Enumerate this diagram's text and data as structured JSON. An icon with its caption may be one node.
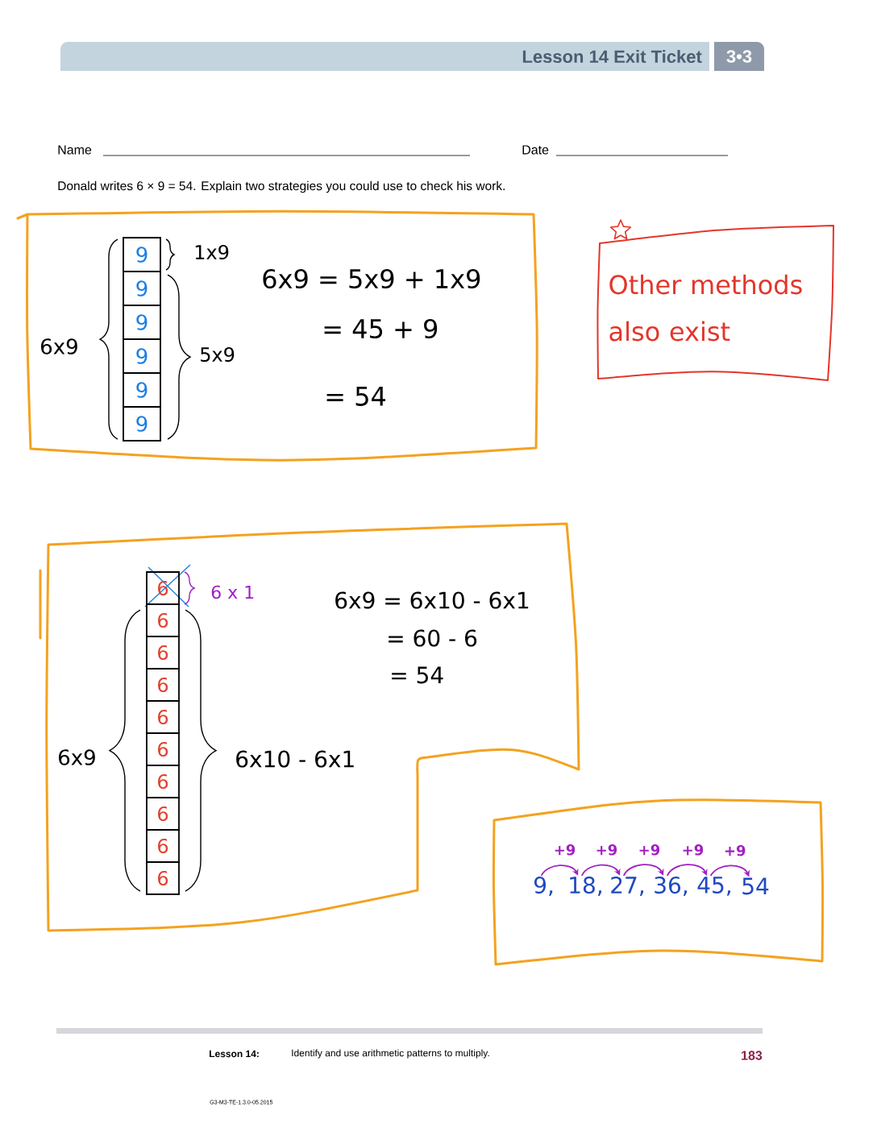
{
  "diagram": {
    "title": "Lesson 14 Exit Ticket",
    "nodes": [
      {
        "text": [
          "1x9",
          "6x9",
          "5x9",
          "6x9 = 5x9 + 1x9",
          "= 45 + 9",
          "= 54"
        ]
      },
      {
        "text": [
          "9"
        ],
        "in": 0
      },
      {
        "text": [
          "9"
        ],
        "in": 0
      },
      {
        "text": [
          "9"
        ],
        "in": 0
      },
      {
        "text": [
          "9"
        ],
        "in": 0
      },
      {
        "text": [
          "9"
        ],
        "in": 0
      },
      {
        "text": [
          "9"
        ],
        "in": 0
      },
      {
        "text": [
          "Other methods also exist"
        ]
      },
      {
        "text": [
          "6 x 1",
          "6x9 = 6x10 - 6x1",
          "= 60 - 6",
          "= 54",
          "6x9",
          "6x10 - 6x1"
        ]
      },
      {
        "text": [
          "6"
        ],
        "in": 8
      },
      {
        "text": [
          "6"
        ],
        "in": 8
      },
      {
        "text": [
          "6"
        ],
        "in": 8
      },
      {
        "text": [
          "6"
        ],
        "in": 8
      },
      {
        "text": [
          "6"
        ],
        "in": 8
      },
      {
        "text": [
          "6"
        ],
        "in": 8
      },
      {
        "text": [
          "6"
        ],
        "in": 8
      },
      {
        "text": [
          "6"
        ],
        "in": 8
      },
      {
        "text": [
          "6"
        ],
        "in": 8
      },
      {
        "text": [
          "6"
        ],
        "in": 8
      },
      {
        "text": [],
        "shape": "box"
      },
      {
        "text": [
          "9,"
        ]
      },
      {
        "text": [
          "18,"
        ],
        "in": 19
      },
      {
        "text": [
          "27,"
        ],
        "in": 19
      },
      {
        "text": [
          "36,"
        ],
        "in": 19
      },
      {
        "text": [
          "45,"
        ],
        "in": 19
      },
      {
        "text": [
          "54"
        ],
        "in": 19
      }
    ],
    "edges": [
      {
        "from": 20,
        "to": 21,
        "arrow": "to",
        "label": "+9"
      },
      {
        "from": 21,
        "to": 22,
        "arrow": "to",
        "label": "+9"
      },
      {
        "from": 22,
        "to": 23,
        "arrow": "to",
        "label": "+9"
      },
      {
        "from": 23,
        "to": 24,
        "arrow": "to",
        "label": "+9"
      },
      {
        "from": 24,
        "to": 25,
        "arrow": "to",
        "label": "+9"
      }
    ],
    "labels": [
      "3•3",
      "Name",
      "Date",
      "Donald writes 6 × 9 = 54. Explain two strategies you could use to check his work.",
      "Lesson 14:",
      "Identify and use arithmetic patterns to multiply.",
      "183",
      "G3-M3-TE-1.3.0-05.2015"
    ]
  }
}
